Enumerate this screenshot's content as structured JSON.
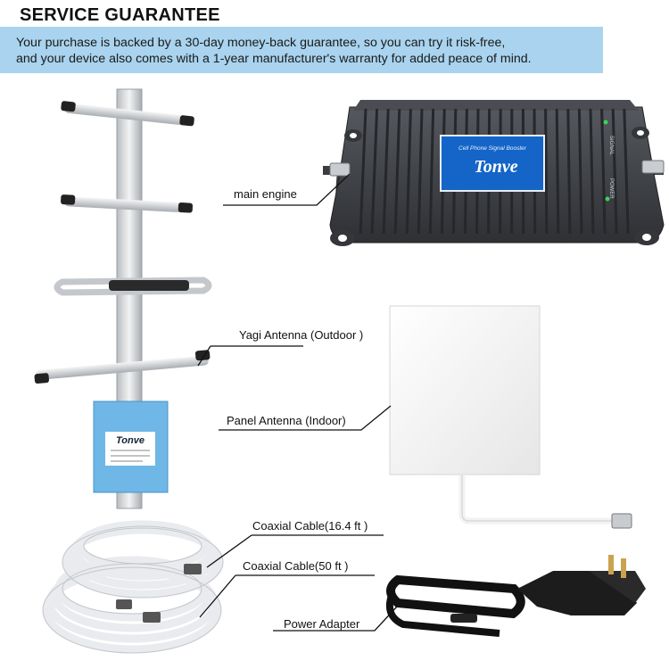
{
  "heading": "SERVICE GUARANTEE",
  "banner": {
    "line1": "Your purchase is backed by a 30-day money-back guarantee, so you can try it risk-free,",
    "line2": "and your device also comes with a 1-year manufacturer's warranty for added peace of mind."
  },
  "callouts": {
    "main_engine": "main engine",
    "yagi": "Yagi Antenna (Outdoor )",
    "panel": "Panel Antenna (Indoor)",
    "coax1": "Coaxial Cable(16.4 ft )",
    "coax2": "Coaxial Cable(50 ft )",
    "power": "Power Adapter"
  },
  "booster": {
    "brand": "Tonve",
    "sublabel": "Cell Phone Signal Booster",
    "led_top": "SIGNAL",
    "led_bottom": "POWER"
  },
  "yagi_brand": "Tonve",
  "colors": {
    "banner": "#a9d3ee",
    "booster_body": "#3b3d42",
    "booster_label": "#1565c8",
    "yagi_plate": "#6fb7e6"
  }
}
